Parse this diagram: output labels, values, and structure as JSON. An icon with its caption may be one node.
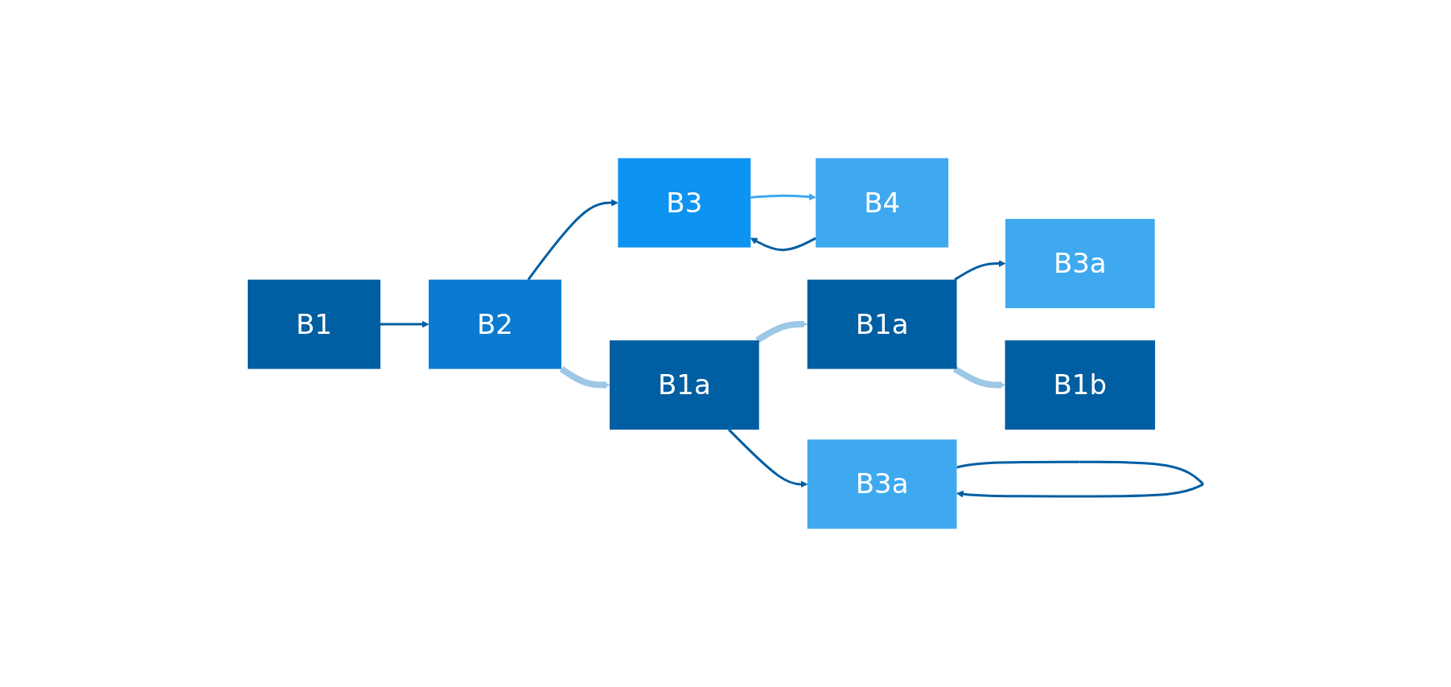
{
  "diagram": {
    "nodes": [
      {
        "text": [
          "B1"
        ]
      },
      {
        "text": [
          "B2"
        ]
      },
      {
        "text": [
          "B3"
        ]
      },
      {
        "text": [
          "B4"
        ]
      },
      {
        "text": [
          "B1a"
        ]
      },
      {
        "text": [
          "B3a"
        ]
      },
      {
        "text": [
          "B1a"
        ]
      },
      {
        "text": [
          "B3a"
        ]
      },
      {
        "text": [
          "B1b"
        ]
      }
    ],
    "edges": [
      {
        "from": 0,
        "to": 1,
        "arrow": "to"
      },
      {
        "from": 1,
        "to": 2,
        "arrow": "to"
      },
      {
        "from": 2,
        "to": 3,
        "arrow": "to",
        "color": "#3fa9f0"
      },
      {
        "from": 3,
        "to": 2,
        "arrow": "to"
      },
      {
        "from": 1,
        "to": 4,
        "arrow": "to",
        "style": "thick",
        "color": "#9cc8e6"
      },
      {
        "from": 4,
        "to": 5,
        "arrow": "to"
      },
      {
        "from": 5,
        "to": 5,
        "arrow": "to"
      },
      {
        "from": 4,
        "to": 6,
        "arrow": "to",
        "style": "thick",
        "color": "#9cc8e6"
      },
      {
        "from": 6,
        "to": 7,
        "arrow": "to"
      },
      {
        "from": 6,
        "to": 8,
        "arrow": "to",
        "style": "thick",
        "color": "#9cc8e6"
      }
    ]
  }
}
